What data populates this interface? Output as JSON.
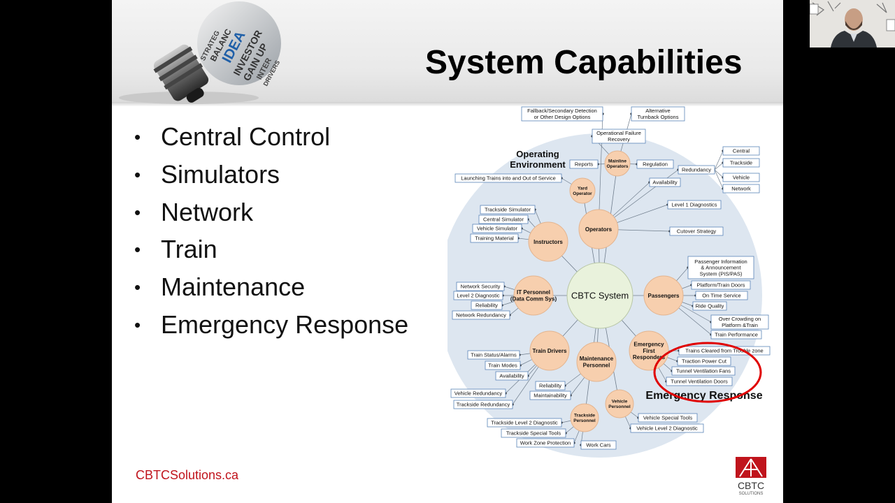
{
  "slide": {
    "title": "System Capabilities",
    "bullets": [
      "Central Control",
      "Simulators",
      "Network",
      "Train",
      "Maintenance",
      "Emergency Response"
    ],
    "footer_link": "CBTCSolutions.ca",
    "logo_text": [
      "CBTC",
      "SOLUTIONS"
    ]
  },
  "bulb_words": [
    "IDEA",
    "INVESTOR",
    "GAIN UP",
    "BALANC",
    "INTER",
    "STRATEG",
    "DRIVERS"
  ],
  "diagram": {
    "center": "CBTC System",
    "section_operating": [
      "Operating",
      "Environment"
    ],
    "section_emergency": "Emergency Response",
    "nodes": {
      "mainline": [
        "Mainline",
        "Operators"
      ],
      "yard": [
        "Yard",
        "Operator"
      ],
      "operators": "Operators",
      "instructors": "Instructors",
      "it": [
        "IT Personnel",
        "(Data Comm Sys)"
      ],
      "passengers": "Passengers",
      "train_drivers": "Train Drivers",
      "maintenance": [
        "Maintenance",
        "Personnel"
      ],
      "emergency": [
        "Emergency",
        "First",
        "Responders"
      ],
      "trackside": [
        "Trackside",
        "Personnel"
      ],
      "vehicle": [
        "Vehicle",
        "Personnel"
      ]
    },
    "boxes": {
      "fallback": [
        "Fallback/Secondary Detection",
        "or Other Design Options"
      ],
      "turnback": [
        "Alternative",
        "Turnback Options"
      ],
      "failure": [
        "Operational Failure",
        "Recovery"
      ],
      "reports": "Reports",
      "regulation": "Regulation",
      "redundancy": "Redundancy",
      "central": "Central",
      "trackside": "Trackside",
      "vehicle": "Vehicle",
      "network": "Network",
      "launching": "Launching Trains into and Out of Service",
      "availability": "Availability",
      "level1": "Level 1 Diagnostics",
      "cutover": "Cutover Strategy",
      "trackside_sim": "Trackside Simulator",
      "central_sim": "Central Simulator",
      "vehicle_sim": "Vehicle Simulator",
      "training": "Training Material",
      "pis": [
        "Passenger Information",
        "& Announcement",
        "System (PIS/PAS)"
      ],
      "platform_doors": "Platform/Train Doors",
      "on_time": "On Time Service",
      "ride_quality": "Ride Quality",
      "crowding": [
        "Over Crowding on",
        "Platform &Train"
      ],
      "train_perf": "Train Performance",
      "net_security": "Network Security",
      "level2": "Level 2 Diagnostic",
      "it_reliability": "Reliability",
      "net_redundancy": "Network Redundancy",
      "train_status": "Train Status/Alarms",
      "train_modes": "Train Modes",
      "drivers_availability": "Availability",
      "vehicle_redundancy": "Vehicle Redundancy",
      "trackside_redundancy": "Trackside Redundancy",
      "maint_reliability": "Reliability",
      "maintainability": "Maintainability",
      "trains_cleared": "Trains Cleared from Trouble zone",
      "traction": "Traction Power Cut",
      "tunnel_fans": "Tunnel Ventilation Fans",
      "tunnel_doors": "Tunnel Ventilation Doors",
      "trackside_l2": "Trackside Level 2 Diagnostic",
      "trackside_tools": "Trackside Special Tools",
      "work_zone": "Work Zone Protection",
      "work_cars": "Work Cars",
      "vehicle_tools": "Vehicle Special Tools",
      "vehicle_l2": "Vehicle Level 2 Diagnostic"
    }
  },
  "colors": {
    "node_fill": "#f7cfae",
    "center_fill": "#e9f2dc",
    "highlight_ring": "#e00000",
    "footer_link": "#c0141c"
  }
}
